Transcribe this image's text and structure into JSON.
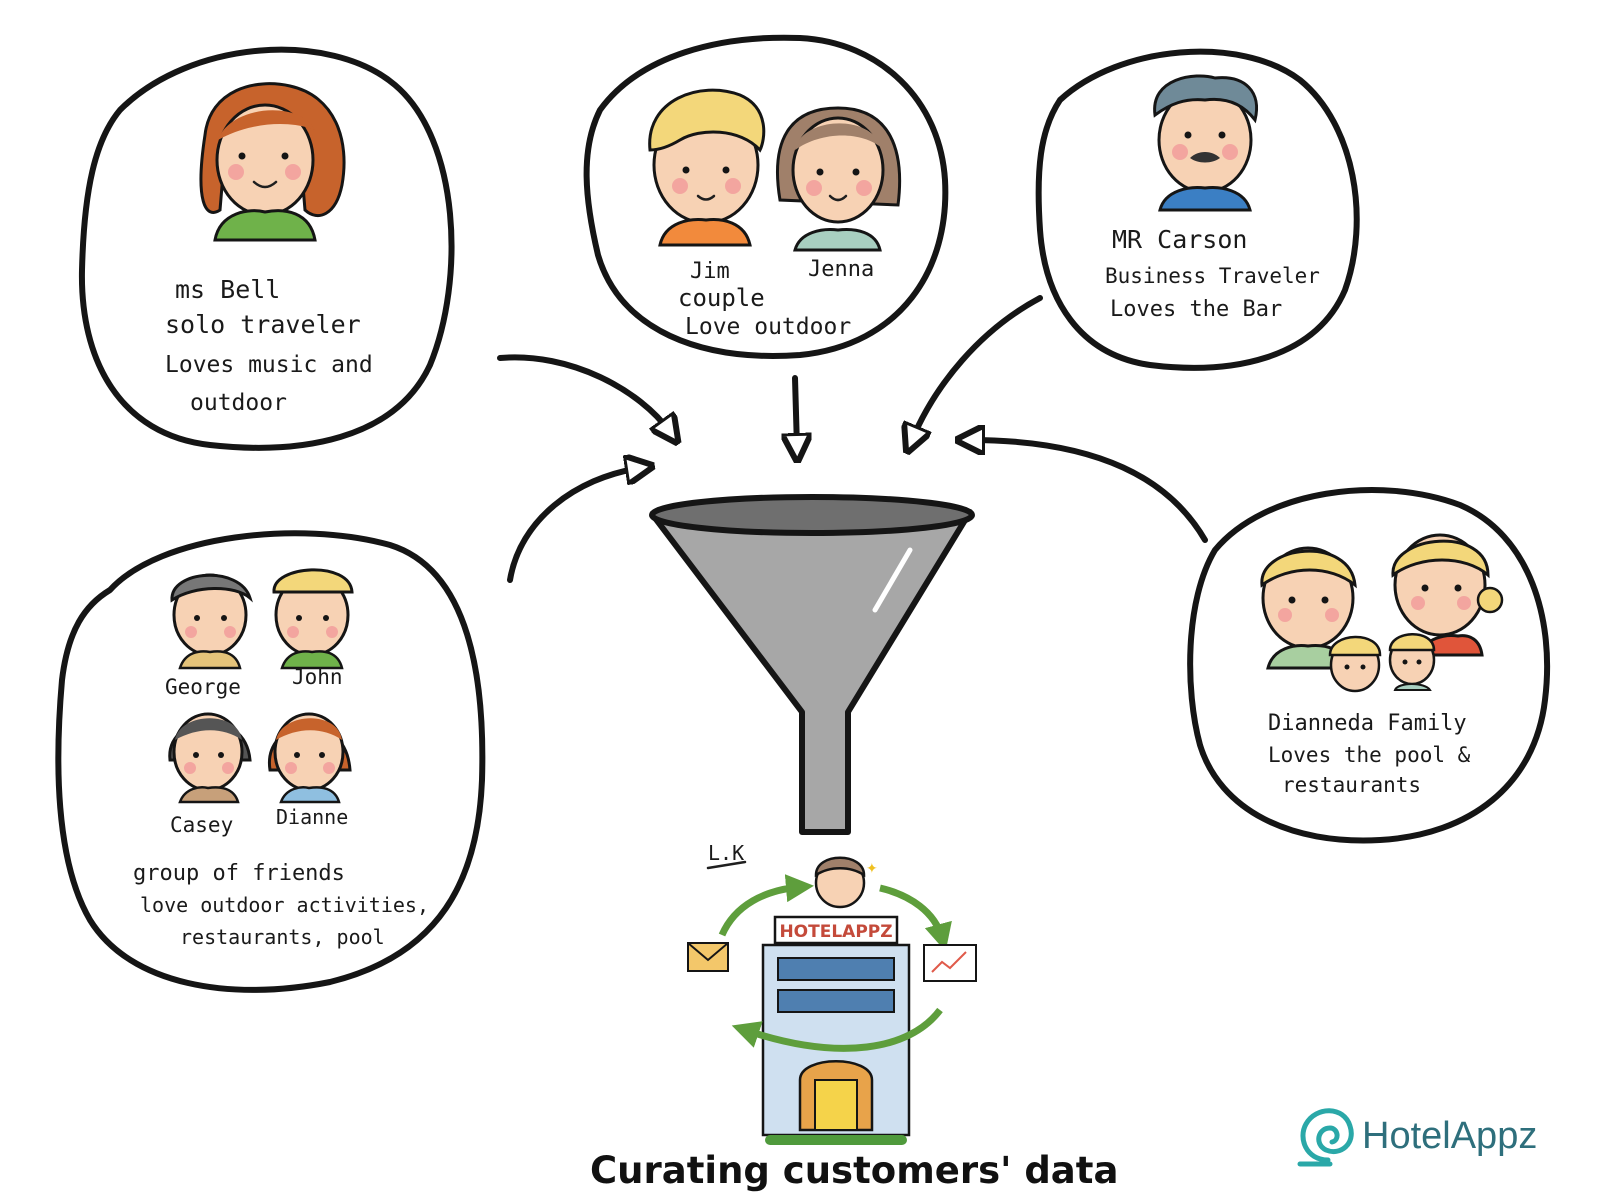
{
  "groups": {
    "bell": {
      "name": "ms Bell",
      "line1": "solo  traveler",
      "line2": "Loves music and",
      "line3": "outdoor"
    },
    "couple": {
      "name1": "Jim",
      "name2": "Jenna",
      "line1": "couple",
      "line2": "Love outdoor"
    },
    "carson": {
      "name": "MR Carson",
      "line1": "Business Traveler",
      "line2": "Loves the Bar"
    },
    "friends": {
      "names": [
        "George",
        "John",
        "Casey",
        "Dianne"
      ],
      "line1": "group of friends",
      "line2": "love  outdoor activities,",
      "line3": "restaurants, pool"
    },
    "family": {
      "name": "Dianneda Family",
      "line1": "Loves the pool &",
      "line2": "restaurants"
    }
  },
  "hotel_sign": "HOTELAPPZ",
  "signature": "L.K",
  "caption": "Curating customers' data",
  "brand": {
    "name": "HotelAppz",
    "color": "#2aa8a8"
  },
  "colors": {
    "funnel": "#a7a7a7",
    "arrow_green": "#5e9e3c",
    "skin": "#f7d2b4",
    "cheek": "#f19a9a"
  }
}
